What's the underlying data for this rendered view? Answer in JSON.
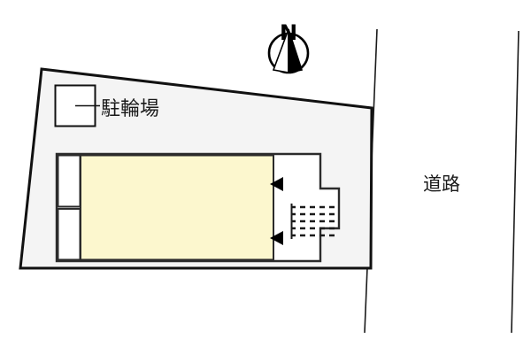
{
  "figure": {
    "kind": "site-plan",
    "background_color": "#ffffff"
  },
  "colors": {
    "plot_fill": "#f4f4f4",
    "plot_stroke": "#111111",
    "building_fill": "#fcf7ce",
    "building_stroke": "#2b2b2b",
    "balcony_fill": "#ffffff",
    "road_line": "#1a1a1a",
    "text": "#1a1a1a",
    "compass_dark": "#000000",
    "compass_light": "#ffffff"
  },
  "compass": {
    "letter": "N",
    "name": "north-arrow"
  },
  "labels": {
    "bicycle_parking": "駐輪場",
    "road": "道路"
  },
  "legend": {
    "swatch_name": "bicycle-parking-swatch",
    "swatch_fill": "#ffffff"
  },
  "building": {
    "name": "apartment-building",
    "fill": "#fcf7ce",
    "balconies": [
      {
        "name": "balcony-upper-left"
      },
      {
        "name": "balcony-lower-left"
      },
      {
        "name": "entry-corridor-right"
      }
    ],
    "entrances": [
      {
        "name": "entrance-arrow-upper",
        "direction": "left"
      },
      {
        "name": "entrance-arrow-lower",
        "direction": "left"
      }
    ],
    "stairs": {
      "name": "stair-hatch-area",
      "pattern": "dashed-grid"
    }
  },
  "plot": {
    "name": "land-parcel",
    "shape": "quadrilateral"
  },
  "road_lines": [
    {
      "name": "road-edge-near"
    },
    {
      "name": "road-edge-far"
    }
  ]
}
